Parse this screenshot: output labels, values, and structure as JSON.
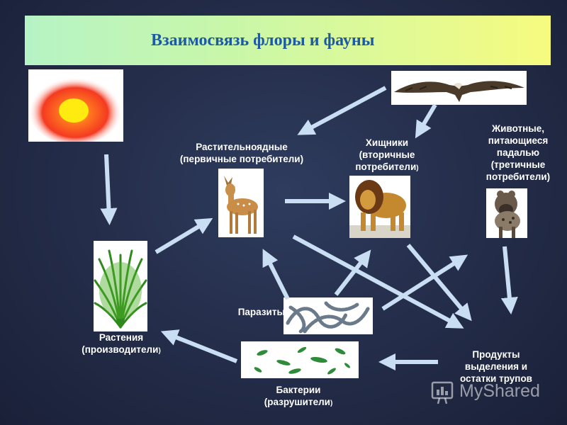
{
  "title": "Взаимосвязь флоры и фауны",
  "nodes": {
    "herbivores": {
      "line1": "Растительноядные",
      "line2": "(первичные потребители)"
    },
    "predators": {
      "line1": "Хищники",
      "line2": "(вторичные",
      "line3": "потребители",
      "line3_tail": ")"
    },
    "scavengers": {
      "line1": "Животные,",
      "line2": "питающиеся",
      "line3": "падалью",
      "line4": "(третичные",
      "line5": "потребители)"
    },
    "parasites": {
      "line1": "Паразиты"
    },
    "plants": {
      "line1": "Растения",
      "line2": "(производители",
      "line2_tail": ")"
    },
    "bacteria": {
      "line1": "Бактерии",
      "line2": "(разрушители",
      "line2_tail": ")"
    },
    "products": {
      "line1": "Продукты",
      "line2": "выделения и",
      "line3": "остатки трупов"
    }
  },
  "watermark": "MyShared",
  "colors": {
    "arrow": "#c9ddf3",
    "title": "#1e5aa3",
    "label": "#ffffff"
  }
}
